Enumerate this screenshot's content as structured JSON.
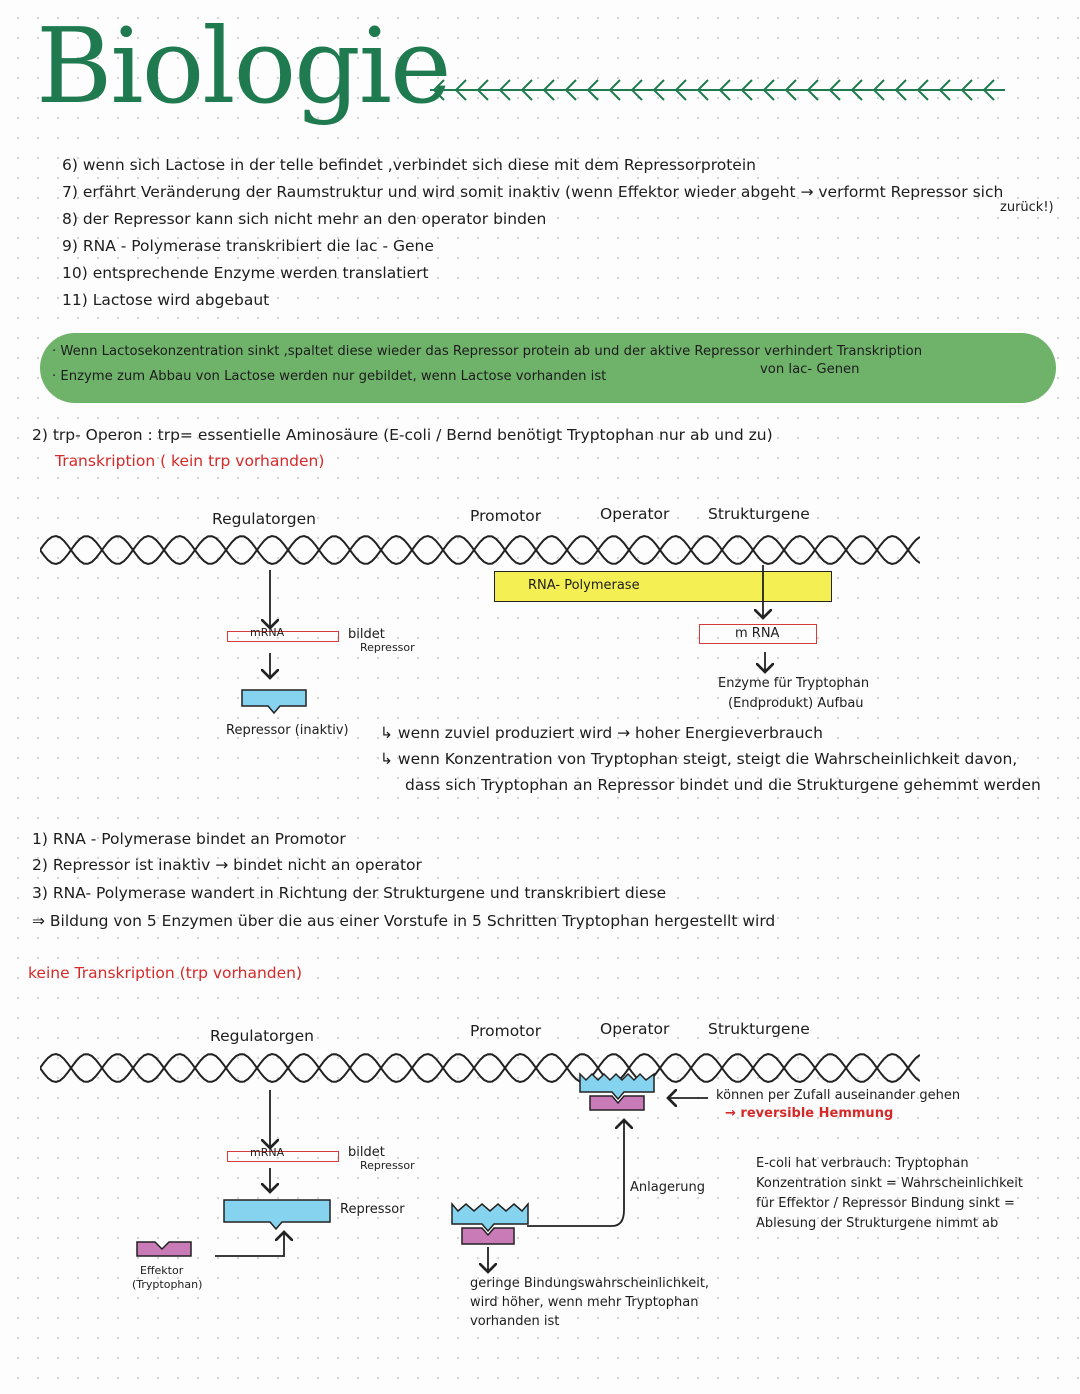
{
  "title": "Biologie",
  "steps_top": [
    "6) wenn sich Lactose in der telle befindet ,verbindet sich diese mit dem Repressorprotein",
    "7) erfährt Veränderung der Raumstruktur und wird somit inaktiv (wenn Effektor wieder abgeht → verformt Repressor sich",
    "8) der Repressor kann sich nicht mehr an den operator binden",
    "9) RNA - Polymerase transkribiert die lac - Gene",
    "10) entsprechende Enzyme werden translatiert",
    "11) Lactose wird abgebaut"
  ],
  "step7_cont": "zurück!)",
  "highlight": {
    "line1": "· Wenn Lactosekonzentration sinkt ,spaltet diese wieder das Repressor protein ab und der aktive Repressor verhindert Transkription",
    "line2": "· Enzyme zum Abbau von Lactose werden nur gebildet, wenn Lactose vorhanden ist",
    "line2_right": "von lac- Genen"
  },
  "trp_heading": "2) trp- Operon : trp= essentielle Aminosäure (E-coli / Bernd benötigt Tryptophan nur ab und zu)",
  "diagram1": {
    "subtitle": "Transkription ( kein trp vorhanden)",
    "label_regulatorgen": "Regulatorgen",
    "label_promotor": "Promotor",
    "label_operator": "Operator",
    "label_strukturgene": "Strukturgene",
    "rna_polymerase": "RNA- Polymerase",
    "mrna_left": "mRNA",
    "bildet": "bildet",
    "repressor_small": "Repressor",
    "mrna_right": "m RNA",
    "enzyme1": "Enzyme für Tryptophan",
    "enzyme2": "(Endprodukt) Aufbau",
    "repressor_inaktiv": "Repressor (inaktiv)",
    "note1": "↳ wenn zuviel produziert wird → hoher Energieverbrauch",
    "note2": "↳ wenn Konzentration von Tryptophan steigt, steigt die Wahrscheinlichkeit davon,",
    "note3": "dass sich Tryptophan an Repressor bindet und die Strukturgene gehemmt werden"
  },
  "steps_trp": [
    "1) RNA - Polymerase bindet an Promotor",
    "2) Repressor ist inaktiv → bindet nicht an operator",
    "3) RNA- Polymerase wandert in Richtung der Strukturgene und transkribiert diese",
    "⇒ Bildung von 5 Enzymen über die aus einer Vorstufe in 5 Schritten Tryptophan hergestellt wird"
  ],
  "diagram2": {
    "subtitle": "keine Transkription (trp vorhanden)",
    "label_regulatorgen": "Regulatorgen",
    "label_promotor": "Promotor",
    "label_operator": "Operator",
    "label_strukturgene": "Strukturgene",
    "mrna": "mRNA",
    "bildet": "bildet",
    "repressor_small": "Repressor",
    "repressor": "Repressor",
    "effektor1": "Effektor",
    "effektor2": "(Tryptophan)",
    "anlagerung": "Anlagerung",
    "zufall1": "können per Zufall auseinander gehen",
    "zufall2": "→ reversible Hemmung",
    "bind1": "geringe Bindungswahrscheinlichkeit,",
    "bind2": "wird höher, wenn mehr Tryptophan",
    "bind3": "vorhanden ist",
    "ecoli1": "E-coli hat verbrauch: Tryptophan",
    "ecoli2": "Konzentration sinkt = Wahrscheinlichkeit",
    "ecoli3": "für Effektor / Repressor Bindung sinkt =",
    "ecoli4": "Ablesung der Strukturgene nimmt ab"
  },
  "colors": {
    "title": "#1f7a4f",
    "highlight": "#6fb26a",
    "repressor": "#86d3ef",
    "effektor": "#c97bb8",
    "polymerase": "#f4ef52",
    "mrna_box": "#d63b3b",
    "accent_red": "#d42a2a"
  }
}
